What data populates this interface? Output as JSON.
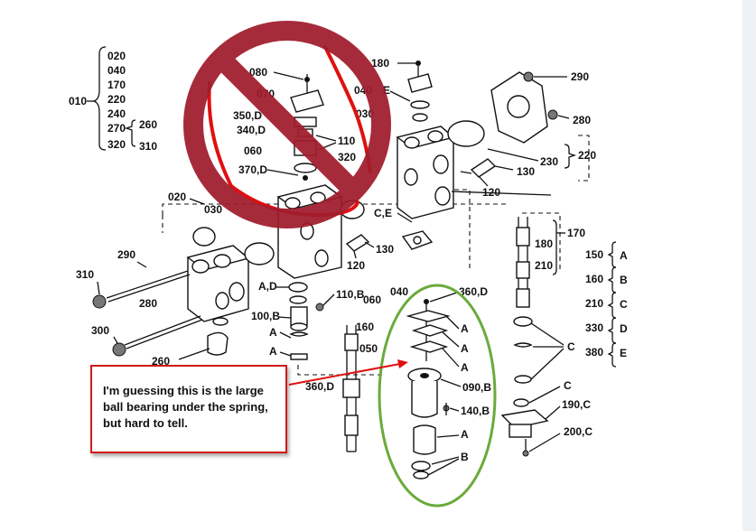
{
  "colors": {
    "no_symbol": "#a01c2c",
    "highlight_red": "#e01010",
    "callout_border": "#d11a1a",
    "ellipse_green": "#6aaa3a",
    "line": "#111111"
  },
  "annotation": {
    "text": "I'm guessing this is the large ball bearing under the spring, but hard to tell."
  },
  "labels": {
    "group_010": [
      "020",
      "040",
      "170",
      "220",
      "240",
      "270",
      "320"
    ],
    "group_270": [
      "260",
      "310"
    ],
    "l010": "010",
    "l080": "080",
    "l070": "070",
    "l350d": "350,D",
    "l340d": "340,D",
    "l060a": "060",
    "l370d": "370,D",
    "l110": "110",
    "l320": "320",
    "l180": "180",
    "l040top": "040",
    "l030top": "030",
    "l290r": "290",
    "l280r": "280",
    "l230": "230",
    "l220": "220",
    "l130a": "130",
    "l120a": "120",
    "l020": "020",
    "l030": "030",
    "lce": "C,E",
    "l130b": "130",
    "l120b": "120",
    "l170": "170",
    "l180v": "180",
    "l210v": "210",
    "l290": "290",
    "l310": "310",
    "l280": "280",
    "l300": "300",
    "l260": "260",
    "lad": "A,D",
    "l110b": "110,B",
    "l100b": "100,B",
    "la1": "A",
    "la2": "A",
    "l040": "040",
    "l360d": "360,D",
    "l060b": "060",
    "l160b": "160",
    "l050": "050",
    "la3": "A",
    "la4": "A",
    "la5": "A",
    "l090b": "090,B",
    "l140b": "140,B",
    "la6": "A",
    "lb": "B",
    "l360d2": "360,D",
    "lc1": "C",
    "lc2": "C",
    "l190c": "190,C",
    "l200c": "200,C",
    "legend": [
      {
        "code": "150",
        "letter": "A"
      },
      {
        "code": "160",
        "letter": "B"
      },
      {
        "code": "210",
        "letter": "C"
      },
      {
        "code": "330",
        "letter": "D"
      },
      {
        "code": "380",
        "letter": "E"
      }
    ]
  }
}
